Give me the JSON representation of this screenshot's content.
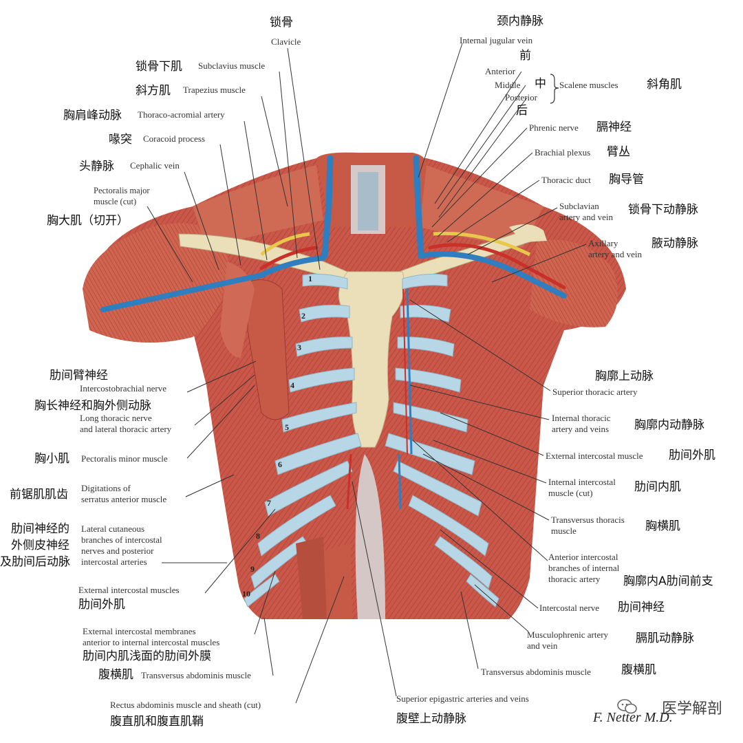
{
  "labels_left": {
    "clavicle_zh": "锁骨",
    "clavicle_en": "Clavicle",
    "subclavius_zh": "锁骨下肌",
    "subclavius_en": "Subclavius muscle",
    "trapezius_zh": "斜方肌",
    "trapezius_en": "Trapezius muscle",
    "thoraco_zh": "胸肩峰动脉",
    "thoraco_en": "Thoraco-acromial artery",
    "coracoid_zh": "喙突",
    "coracoid_en": "Coracoid process",
    "cephalic_zh": "头静脉",
    "cephalic_en": "Cephalic vein",
    "pec_major_en_1": "Pectoralis major",
    "pec_major_en_2": "muscle (cut)",
    "pec_major_zh": "胸大肌（切开）",
    "intercostobrachial_zh": "肋间臂神经",
    "intercostobrachial_en": "Intercostobrachial nerve",
    "long_thoracic_zh": "胸长神经和胸外侧动脉",
    "long_thoracic_en_1": "Long thoracic nerve",
    "long_thoracic_en_2": "and lateral thoracic artery",
    "pec_minor_zh": "胸小肌",
    "pec_minor_en": "Pectoralis minor muscle",
    "serratus_zh": "前锯肌肌齿",
    "serratus_en_1": "Digitations of",
    "serratus_en_2": "serratus anterior muscle",
    "lat_cut_zh_1": "肋间神经的",
    "lat_cut_zh_2": "外侧皮神经",
    "lat_cut_zh_3": "及肋间后动脉",
    "lat_cut_en_1": "Lateral cutaneous",
    "lat_cut_en_2": "branches of intercostal",
    "lat_cut_en_3": "nerves and posterior",
    "lat_cut_en_4": "intercostal arteries",
    "ext_ic_en": "External intercostal muscles",
    "ext_ic_zh": "肋间外肌",
    "ext_memb_en_1": "External intercostal membranes",
    "ext_memb_en_2": "anterior to internal intercostal muscles",
    "ext_memb_zh": "肋间内肌浅面的肋间外膜",
    "trans_abd_zh": "腹横肌",
    "trans_abd_en": "Transversus abdominis muscle",
    "rectus_en": "Rectus abdominis muscle and sheath (cut)",
    "rectus_zh": "腹直肌和腹直肌鞘"
  },
  "labels_right": {
    "ijv_zh": "颈内静脉",
    "ijv_en": "Internal jugular vein",
    "anterior_zh": "前",
    "anterior_en": "Anterior",
    "middle_en": "Middle",
    "middle_zh": "中",
    "posterior_en": "Posterior",
    "posterior_zh": "后",
    "scalene_en": "Scalene muscles",
    "scalene_zh": "斜角肌",
    "phrenic_en": "Phrenic nerve",
    "phrenic_zh": "膈神经",
    "brachial_en": "Brachial plexus",
    "brachial_zh": "臂丛",
    "thoracic_duct_en": "Thoracic duct",
    "thoracic_duct_zh": "胸导管",
    "subclavian_en_1": "Subclavian",
    "subclavian_en_2": "artery and vein",
    "subclavian_zh": "锁骨下动静脉",
    "axillary_en_1": "Axillary",
    "axillary_en_2": "artery and vein",
    "axillary_zh": "腋动静脉",
    "sup_thor_zh": "胸廓上动脉",
    "sup_thor_en": "Superior thoracic artery",
    "int_thor_en_1": "Internal thoracic",
    "int_thor_en_2": "artery and veins",
    "int_thor_zh": "胸廓内动静脉",
    "ext_ic_en": "External intercostal muscle",
    "ext_ic_zh": "肋间外肌",
    "int_ic_en_1": "Internal intercostal",
    "int_ic_en_2": "muscle (cut)",
    "int_ic_zh": "肋间内肌",
    "trans_thor_en_1": "Transversus thoracis",
    "trans_thor_en_2": "muscle",
    "trans_thor_zh": "胸横肌",
    "ant_ic_en_1": "Anterior intercostal",
    "ant_ic_en_2": "branches of internal",
    "ant_ic_en_3": "thoracic artery",
    "ant_ic_zh": "胸廓内A肋间前支",
    "ic_nerve_en": "Intercostal nerve",
    "ic_nerve_zh": "肋间神经",
    "musculo_en_1": "Musculophrenic artery",
    "musculo_en_2": "and vein",
    "musculo_zh": "膈肌动静脉",
    "trans_abd_en": "Transversus abdominis muscle",
    "trans_abd_zh": "腹横肌",
    "sup_epi_en": "Superior epigastric arteries and veins",
    "sup_epi_zh": "腹壁上动静脉"
  },
  "rib_numbers": [
    "1",
    "2",
    "3",
    "4",
    "5",
    "6",
    "7",
    "8",
    "9",
    "10"
  ],
  "watermark": {
    "text": "医学解剖",
    "icon": "wechat-icon",
    "signature": "F. Netter M.D."
  },
  "colors": {
    "muscle": "#c9574a",
    "muscle_dark": "#9e3a30",
    "cartilage": "#b7d7e6",
    "bone": "#eadfb8",
    "vein": "#2f7fc0",
    "artery": "#c9302a",
    "nerve": "#e8c84a",
    "line": "#333333"
  }
}
